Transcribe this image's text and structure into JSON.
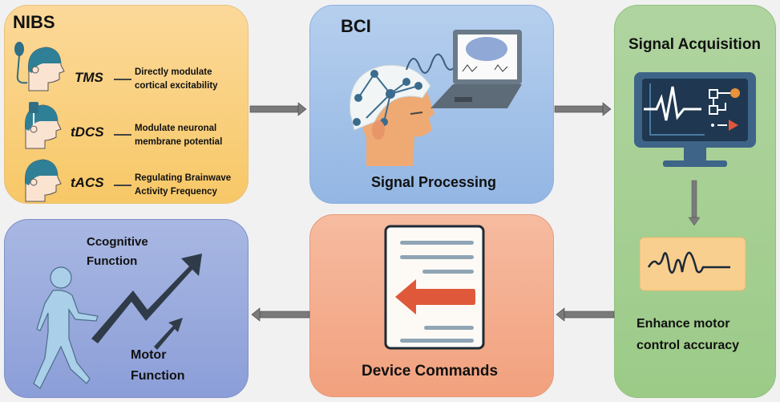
{
  "nibs": {
    "title": "NIBS",
    "techniques": [
      {
        "name": "TMS",
        "description_line1": "Directly modulate",
        "description_line2": "cortical excitability"
      },
      {
        "name": "tDCS",
        "description_line1": "Modulate neuronal",
        "description_line2": "membrane potential"
      },
      {
        "name": "tACS",
        "description_line1": "Regulating Brainwave",
        "description_line2": "Activity Frequency"
      }
    ]
  },
  "bci": {
    "title": "BCI",
    "caption": "Signal Processing"
  },
  "acquisition": {
    "title": "Signal Acquisition",
    "caption_line1": "Enhance motor",
    "caption_line2": "control accuracy"
  },
  "device": {
    "caption": "Device Commands"
  },
  "outcome": {
    "cognitive_line1": "Ccognitive",
    "cognitive_line2": "Function",
    "motor_line1": "Motor",
    "motor_line2": "Function"
  },
  "colors": {
    "nibs_bg": "#f9cf7f",
    "bci_bg": "#a5c3ea",
    "acquisition_bg": "#a5cf92",
    "device_bg": "#f4ae8f",
    "outcome_bg": "#9aaadd",
    "arrow": "#7a7a7a",
    "accent_red": "#e05a3a"
  }
}
